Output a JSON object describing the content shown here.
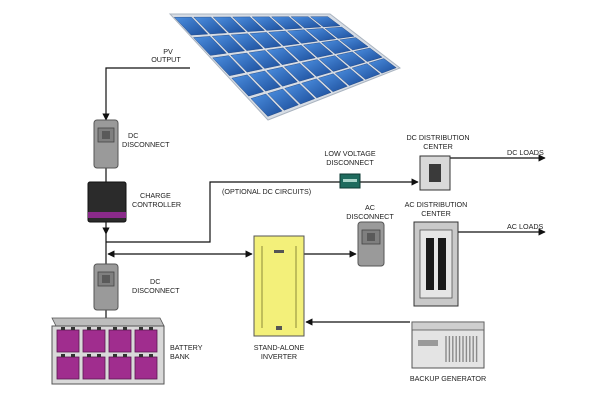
{
  "labels": {
    "pv_output": [
      "PV",
      "OUTPUT"
    ],
    "dc_disconnect_top": [
      "DC",
      "DISCONNECT"
    ],
    "charge_controller": [
      "CHARGE",
      "CONTROLLER"
    ],
    "optional_dc": "(OPTIONAL DC CIRCUITS)",
    "low_voltage": [
      "LOW VOLTAGE",
      "DISCONNECT"
    ],
    "dc_distribution": [
      "DC DISTRIBUTION",
      "CENTER"
    ],
    "dc_loads": "DC LOADS",
    "ac_disconnect": [
      "AC",
      "DISCONNECT"
    ],
    "ac_distribution": [
      "AC DISTRIBUTION",
      "CENTER"
    ],
    "ac_loads": "AC LOADS",
    "dc_disconnect_bottom": [
      "DC",
      "DISCONNECT"
    ],
    "battery_bank": [
      "BATTERY",
      "BANK"
    ],
    "inverter": [
      "STAND-ALONE",
      "INVERTER"
    ],
    "backup_generator": "BACKUP GENERATOR"
  },
  "colors": {
    "panel": "#2f6fc4",
    "panel_frame": "#c9d3de",
    "device_gray": "#9a9a9a",
    "charge_controller": "#2b2b2b",
    "charge_stripe": "#8a2a8a",
    "inverter": "#f3f07a",
    "battery_cell": "#a02d8e",
    "battery_case": "#d9d9d9",
    "low_voltage": "#1f6b5e"
  }
}
